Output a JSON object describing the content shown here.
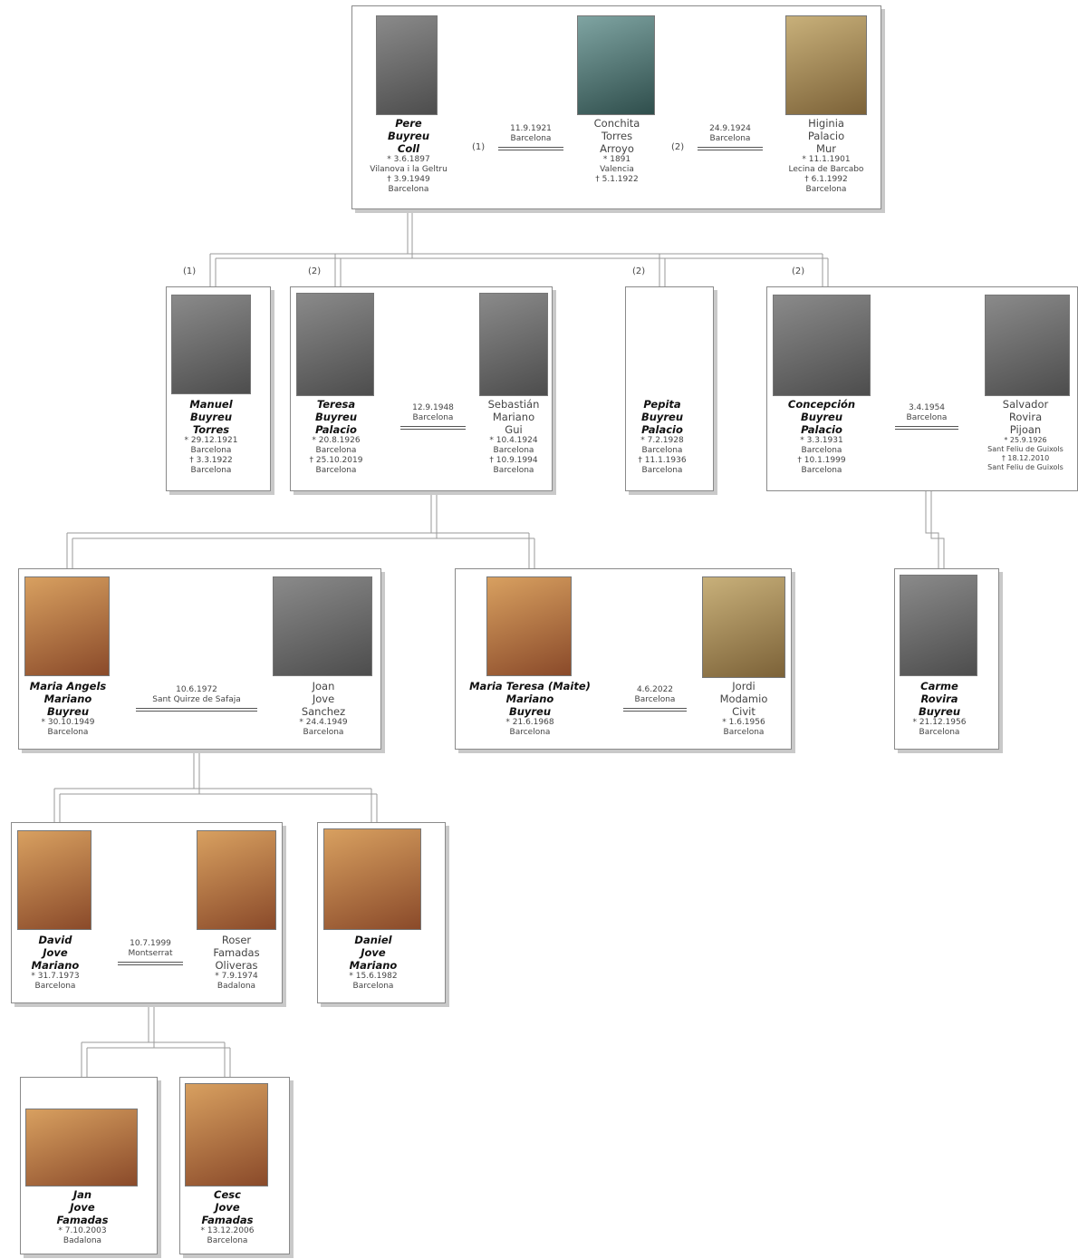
{
  "top": {
    "pere": {
      "name": [
        "Pere",
        "Buyreu",
        "Coll"
      ],
      "lines": [
        "* 3.6.1897",
        "Vilanova i la Geltru",
        "† 3.9.1949",
        "Barcelona"
      ]
    },
    "conchita": {
      "name": [
        "Conchita",
        "Torres",
        "Arroyo"
      ],
      "lines": [
        "* 1891",
        "Valencia",
        "† 5.1.1922"
      ]
    },
    "higinia": {
      "name": [
        "Higinia",
        "Palacio",
        "Mur"
      ],
      "lines": [
        "* 11.1.1901",
        "Lecina de Barcabo",
        "† 6.1.1992",
        "Barcelona"
      ]
    },
    "mar1": {
      "date": "11.9.1921",
      "place": "Barcelona",
      "idx": "(1)"
    },
    "mar2": {
      "date": "24.9.1924",
      "place": "Barcelona",
      "idx": "(2)"
    }
  },
  "gen2": {
    "labels": [
      "(1)",
      "(2)",
      "(2)",
      "(2)"
    ],
    "manuel": {
      "name": [
        "Manuel",
        "Buyreu",
        "Torres"
      ],
      "lines": [
        "* 29.12.1921",
        "Barcelona",
        "† 3.3.1922",
        "Barcelona"
      ]
    },
    "teresa": {
      "name": [
        "Teresa",
        "Buyreu",
        "Palacio"
      ],
      "lines": [
        "* 20.8.1926",
        "Barcelona",
        "† 25.10.2019",
        "Barcelona"
      ]
    },
    "sebastian": {
      "name": [
        "Sebastián",
        "Mariano",
        "Gui"
      ],
      "lines": [
        "* 10.4.1924",
        "Barcelona",
        "† 10.9.1994",
        "Barcelona"
      ]
    },
    "mar_teresa": {
      "date": "12.9.1948",
      "place": "Barcelona"
    },
    "pepita": {
      "name": [
        "Pepita",
        "Buyreu",
        "Palacio"
      ],
      "lines": [
        "* 7.2.1928",
        "Barcelona",
        "† 11.1.1936",
        "Barcelona"
      ]
    },
    "concepcion": {
      "name": [
        "Concepción",
        "Buyreu",
        "Palacio"
      ],
      "lines": [
        "* 3.3.1931",
        "Barcelona",
        "† 10.1.1999",
        "Barcelona"
      ]
    },
    "salvador": {
      "name": [
        "Salvador",
        "Rovira",
        "Pijoan"
      ],
      "lines": [
        "* 25.9.1926",
        "Sant Feliu de Guixols",
        "† 18.12.2010",
        "Sant Feliu de Guixols"
      ]
    },
    "mar_concepcion": {
      "date": "3.4.1954",
      "place": "Barcelona"
    }
  },
  "gen3": {
    "angels": {
      "name": [
        "Maria Angels",
        "Mariano",
        "Buyreu"
      ],
      "lines": [
        "* 30.10.1949",
        "Barcelona"
      ]
    },
    "joan": {
      "name": [
        "Joan",
        "Jove",
        "Sanchez"
      ],
      "lines": [
        "* 24.4.1949",
        "Barcelona"
      ]
    },
    "mar_angels": {
      "date": "10.6.1972",
      "place": "Sant Quirze de Safaja"
    },
    "maite": {
      "name": [
        "Maria Teresa (Maite)",
        "Mariano",
        "Buyreu"
      ],
      "lines": [
        "* 21.6.1968",
        "Barcelona"
      ]
    },
    "jordi": {
      "name": [
        "Jordi",
        "Modamio",
        "Civit"
      ],
      "lines": [
        "* 1.6.1956",
        "Barcelona"
      ]
    },
    "mar_maite": {
      "date": "4.6.2022",
      "place": "Barcelona"
    },
    "carme": {
      "name": [
        "Carme",
        "Rovira",
        "Buyreu"
      ],
      "lines": [
        "* 21.12.1956",
        "Barcelona"
      ]
    }
  },
  "gen4": {
    "david": {
      "name": [
        "David",
        "Jove",
        "Mariano"
      ],
      "lines": [
        "* 31.7.1973",
        "Barcelona"
      ]
    },
    "roser": {
      "name": [
        "Roser",
        "Famadas",
        "Oliveras"
      ],
      "lines": [
        "* 7.9.1974",
        "Badalona"
      ]
    },
    "mar_david": {
      "date": "10.7.1999",
      "place": "Montserrat"
    },
    "daniel": {
      "name": [
        "Daniel",
        "Jove",
        "Mariano"
      ],
      "lines": [
        "* 15.6.1982",
        "Barcelona"
      ]
    }
  },
  "gen5": {
    "jan": {
      "name": [
        "Jan",
        "Jove",
        "Famadas"
      ],
      "lines": [
        "* 7.10.2003",
        "Badalona"
      ]
    },
    "cesc": {
      "name": [
        "Cesc",
        "Jove",
        "Famadas"
      ],
      "lines": [
        "* 13.12.2006",
        "Barcelona"
      ]
    }
  }
}
